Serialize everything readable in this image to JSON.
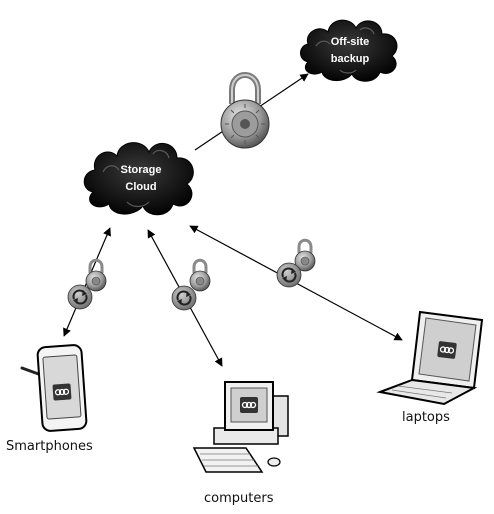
{
  "nodes": {
    "storage_cloud": {
      "line1": "Storage",
      "line2": "Cloud"
    },
    "offsite_backup": {
      "line1": "Off-site",
      "line2": "backup"
    }
  },
  "devices": {
    "smartphones": "Smartphones",
    "computers": "computers",
    "laptops": "laptops"
  },
  "icons": {
    "cloud": "cloud-icon",
    "lock": "padlock-icon",
    "sync": "sync-icon",
    "app": "app-logo-icon"
  }
}
